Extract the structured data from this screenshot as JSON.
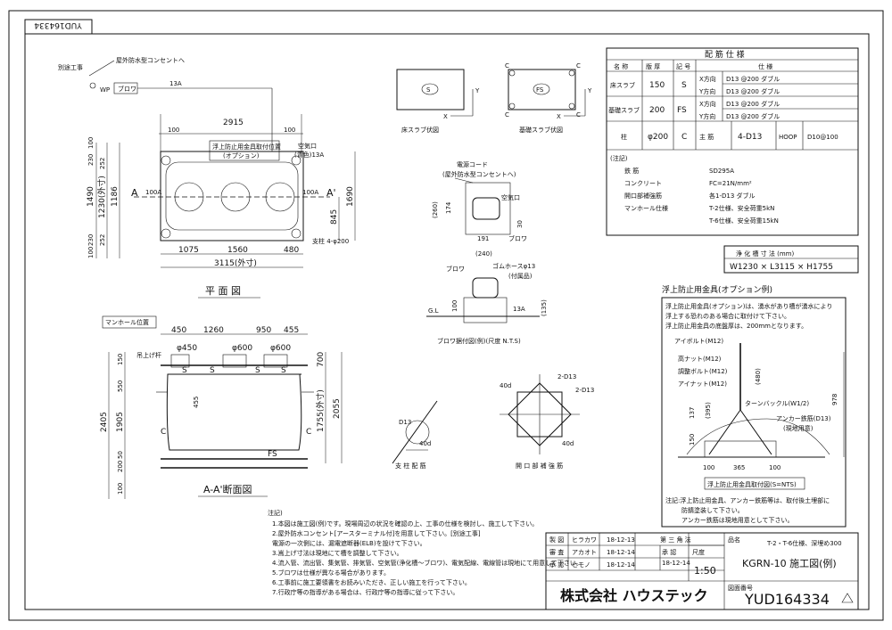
{
  "sheet": {
    "corner_code": "YUD164334"
  },
  "spec_table": {
    "title": "配 筋 仕 様",
    "headers": [
      "名 称",
      "版 厚",
      "記 号",
      "仕 様"
    ],
    "rows": [
      {
        "name": "床スラブ",
        "thick": "150",
        "sym": "S",
        "x_label": "X方向",
        "x_val": "D13 @200 ダブル",
        "y_label": "Y方向",
        "y_val": "D13 @200 ダブル"
      },
      {
        "name": "基礎スラブ",
        "thick": "200",
        "sym": "FS",
        "x_label": "X方向",
        "x_val": "D13 @200 ダブル",
        "y_label": "Y方向",
        "y_val": "D13 @200 ダブル"
      }
    ],
    "column": {
      "name": "柱",
      "thick": "φ200",
      "sym": "C",
      "main": "主 筋",
      "main_val": "4-D13",
      "hoop": "HOOP",
      "hoop_val": "D10@100"
    },
    "notes_title": "(注記)",
    "notes": [
      {
        "k": "鉄 筋",
        "v": "SD295A"
      },
      {
        "k": "コンクリート",
        "v": "FC=21N/mm²"
      },
      {
        "k": "開口部補強筋",
        "v": "各1-D13 ダブル"
      },
      {
        "k": "マンホール仕様",
        "v": "T-2仕様、安全荷重5kN"
      },
      {
        "k": "",
        "v": "T-6仕様、安全荷重15kN"
      }
    ]
  },
  "tank_size": {
    "title": "浄 化 槽 寸 法 (mm)",
    "value": "W1230 × L3115 × H1755"
  },
  "anchor": {
    "title": "浮上防止用金具(オプション例)",
    "desc": [
      "浮上防止用金具(オプション)は、湧水があり槽が湧水により",
      "浮上する恐れのある場合に取付けて下さい。",
      "浮上防止用金具の底盤厚は、200mmとなります。"
    ],
    "labels": [
      "アイボルト(M12)",
      "高ナット(M12)",
      "調整ボルト(M12)",
      "アイナット(M12)",
      "ターンバックル(W1/2)",
      "アンカー鉄筋(D13)",
      "(現地用意)"
    ],
    "dims": [
      "(480)",
      "978",
      "137",
      "(395)",
      "150",
      "100",
      "365",
      "100"
    ],
    "caption": "浮上防止用金具取付図(S=NTS)",
    "notes": [
      "注記:浮上防止用金具、アンカー鉄筋等は、取付後土埋部に",
      "防錆塗装して下さい。",
      "アンカー鉄筋は現地用意として下さい。"
    ]
  },
  "plan": {
    "labels": {
      "separate": "別途工事",
      "outlet": "屋外防水型コンセントへ",
      "wp": "WP",
      "blower": "ブロワ",
      "pipe": "13A",
      "float": "浮上防止用金具取付位置",
      "option": "(オプション)",
      "air": "空気口",
      "air2": "(青色)13A",
      "col": "支柱 4-φ200",
      "inlet": "100A",
      "outlet_pipe": "100A",
      "a": "A",
      "a2": "A'"
    },
    "dims": {
      "top1": "100",
      "top2": "2915",
      "top3": "100",
      "b1": "1075",
      "b2": "1560",
      "b3": "480",
      "total": "3115(外寸)",
      "l1": "100",
      "l2": "230",
      "l3": "1490",
      "l4": "1230(外寸)",
      "l5": "1186",
      "l6": "230",
      "l7": "252",
      "l8": "252",
      "l9": "100",
      "r1": "845",
      "r2": "1690"
    },
    "title": "平 面 図"
  },
  "section": {
    "labels": {
      "manhole": "マンホール位置",
      "lift": "吊上げ杆",
      "c": "C",
      "s": "S",
      "fs": "FS",
      "c2": "C"
    },
    "dims": {
      "t1": "450",
      "t2": "1260",
      "t3": "950",
      "t4": "455",
      "d1": "φ450",
      "d2": "φ600",
      "d3": "φ600",
      "l1": "150",
      "l2": "550",
      "l3": "1905",
      "l4": "2405",
      "l5": "50",
      "l6": "200",
      "l7": "100",
      "r1": "700",
      "r2": "1755(外寸)",
      "r3": "2055",
      "m1": "455"
    },
    "title": "A-A'断面図"
  },
  "small_views": {
    "s_label": "S",
    "fs_label": "FS",
    "c": "C",
    "x": "X",
    "y": "Y",
    "floor": "床スラブ伏図",
    "base": "基礎スラブ伏図"
  },
  "blower": {
    "cord": "電源コード",
    "cord2": "(屋外防水型コンセントへ)",
    "air": "空気口",
    "blower": "ブロワ",
    "dims": [
      "(260)",
      "174",
      "30",
      "191",
      "(240)"
    ],
    "hose": "ゴムホースφ13",
    "hose2": "(付属品)",
    "gl": "G.L",
    "a13": "13A",
    "d100": "100",
    "d135": "(135)",
    "title": "ブロワ据付図(例)(尺度 N.T.S)"
  },
  "details": {
    "col_title": "支 柱 配 筋",
    "col_d": "D13",
    "col_40": "40d",
    "open_title": "開 口 部 補 強 筋",
    "open_2d13a": "2-D13",
    "open_2d13b": "2-D13",
    "open_40a": "40d",
    "open_40b": "40d"
  },
  "notes": {
    "title": "注記)",
    "items": [
      "1.本図は施工図(例)です。現場周辺の状況を確認の上、工事の仕様を検討し、施工して下さい。",
      "2.屋外防水コンセント[アースターミナル付]を用意して下さい。[別途工事]",
      "  電源の一次側には、漏電遮断器(ELB)を設けて下さい。",
      "3.嵩上げ寸法は現地にて槽を調整して下さい。",
      "4.流入管、流出管、集気管、排気管、空気管(浄化槽～ブロワ)、電気配線、電線管は現地にて用意して下さい。",
      "5.ブロワは仕様が異なる場合があります。",
      "6.工事前に施工要領書をお読みいただき、正しい施工を行って下さい。",
      "7.行政庁等の指導がある場合は、行政庁等の指導に従って下さい。"
    ]
  },
  "title_block": {
    "rows": [
      {
        "role": "製 図",
        "name": "ヒラカワ",
        "date": "18-12-13"
      },
      {
        "role": "審 査",
        "name": "アカオト",
        "date": "18-12-14"
      },
      {
        "role": "承 認",
        "name": "ヒモノ",
        "date": "18-12-14"
      }
    ],
    "angle": "第 三 角 法",
    "inspect": "承 認",
    "inspect_date": "18-12-14",
    "scale_label": "尺度",
    "scale": "1:50",
    "product_label": "品名",
    "product1": "T-2・T-6仕様、深埋め300",
    "product2": "KGRN-10 施工図(例)",
    "drawing_no_label": "図面番号",
    "drawing_no": "YUD164334",
    "company": "株式会社 ハウステック"
  }
}
